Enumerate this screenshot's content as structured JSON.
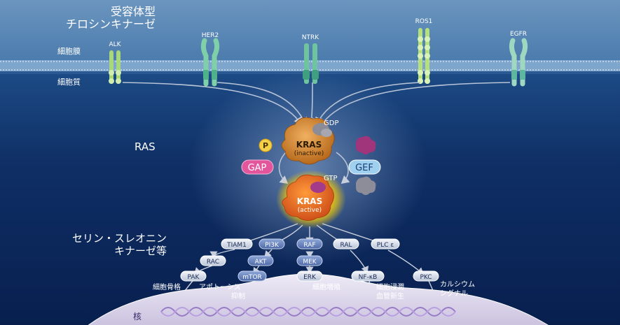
{
  "header": {
    "title_line1": "受容体型",
    "title_line2": "チロシンキナーゼ"
  },
  "side_labels": {
    "membrane": "細胞膜",
    "cytoplasm": "細胞質",
    "ras": "RAS",
    "serine_line1": "セリン・スレオニン",
    "serine_line2": "キナーゼ等",
    "nucleus": "核"
  },
  "receptors": [
    "ALK",
    "HER2",
    "NTRK",
    "ROS1",
    "EGFR"
  ],
  "kras": {
    "inactive_name": "KRAS",
    "inactive_state": "(inactive)",
    "active_name": "KRAS",
    "active_state": "(active)",
    "gdp": "GDP",
    "gtp": "GTP",
    "gap": "GAP",
    "gef": "GEF",
    "phosphate": "P"
  },
  "kinases": {
    "row1": [
      "TIAM1",
      "PI3K",
      "RAF",
      "RAL",
      "PLC ε"
    ],
    "rac": "RAC",
    "akt": "AKT",
    "mek": "MEK",
    "pak": "PAK",
    "mtor": "mTOR",
    "erk": "ERK",
    "nfkb": "NF-κB",
    "pkc": "PKC"
  },
  "outcomes": {
    "cytoskeleton": "細胞骨格",
    "apoptosis_line1": "アポトーシス",
    "apoptosis_line2": "抑制",
    "proliferation": "細胞増殖",
    "invasion_line1": "細胞浸潤",
    "invasion_line2": "血管新生",
    "calcium_line1": "カルシウム",
    "calcium_line2": "シグナル"
  },
  "colors": {
    "background_top": "#4f7fae",
    "background_deep": "#0b2a5c",
    "membrane": "#6f9ac5",
    "gap_pink": "#e0559a",
    "gef_blue": "#8ec8ee",
    "kras_orange": "#d4892e",
    "active_glow": "#ffe600",
    "nucleus": "#d8d3e8",
    "dna": "#9a7cc6"
  }
}
